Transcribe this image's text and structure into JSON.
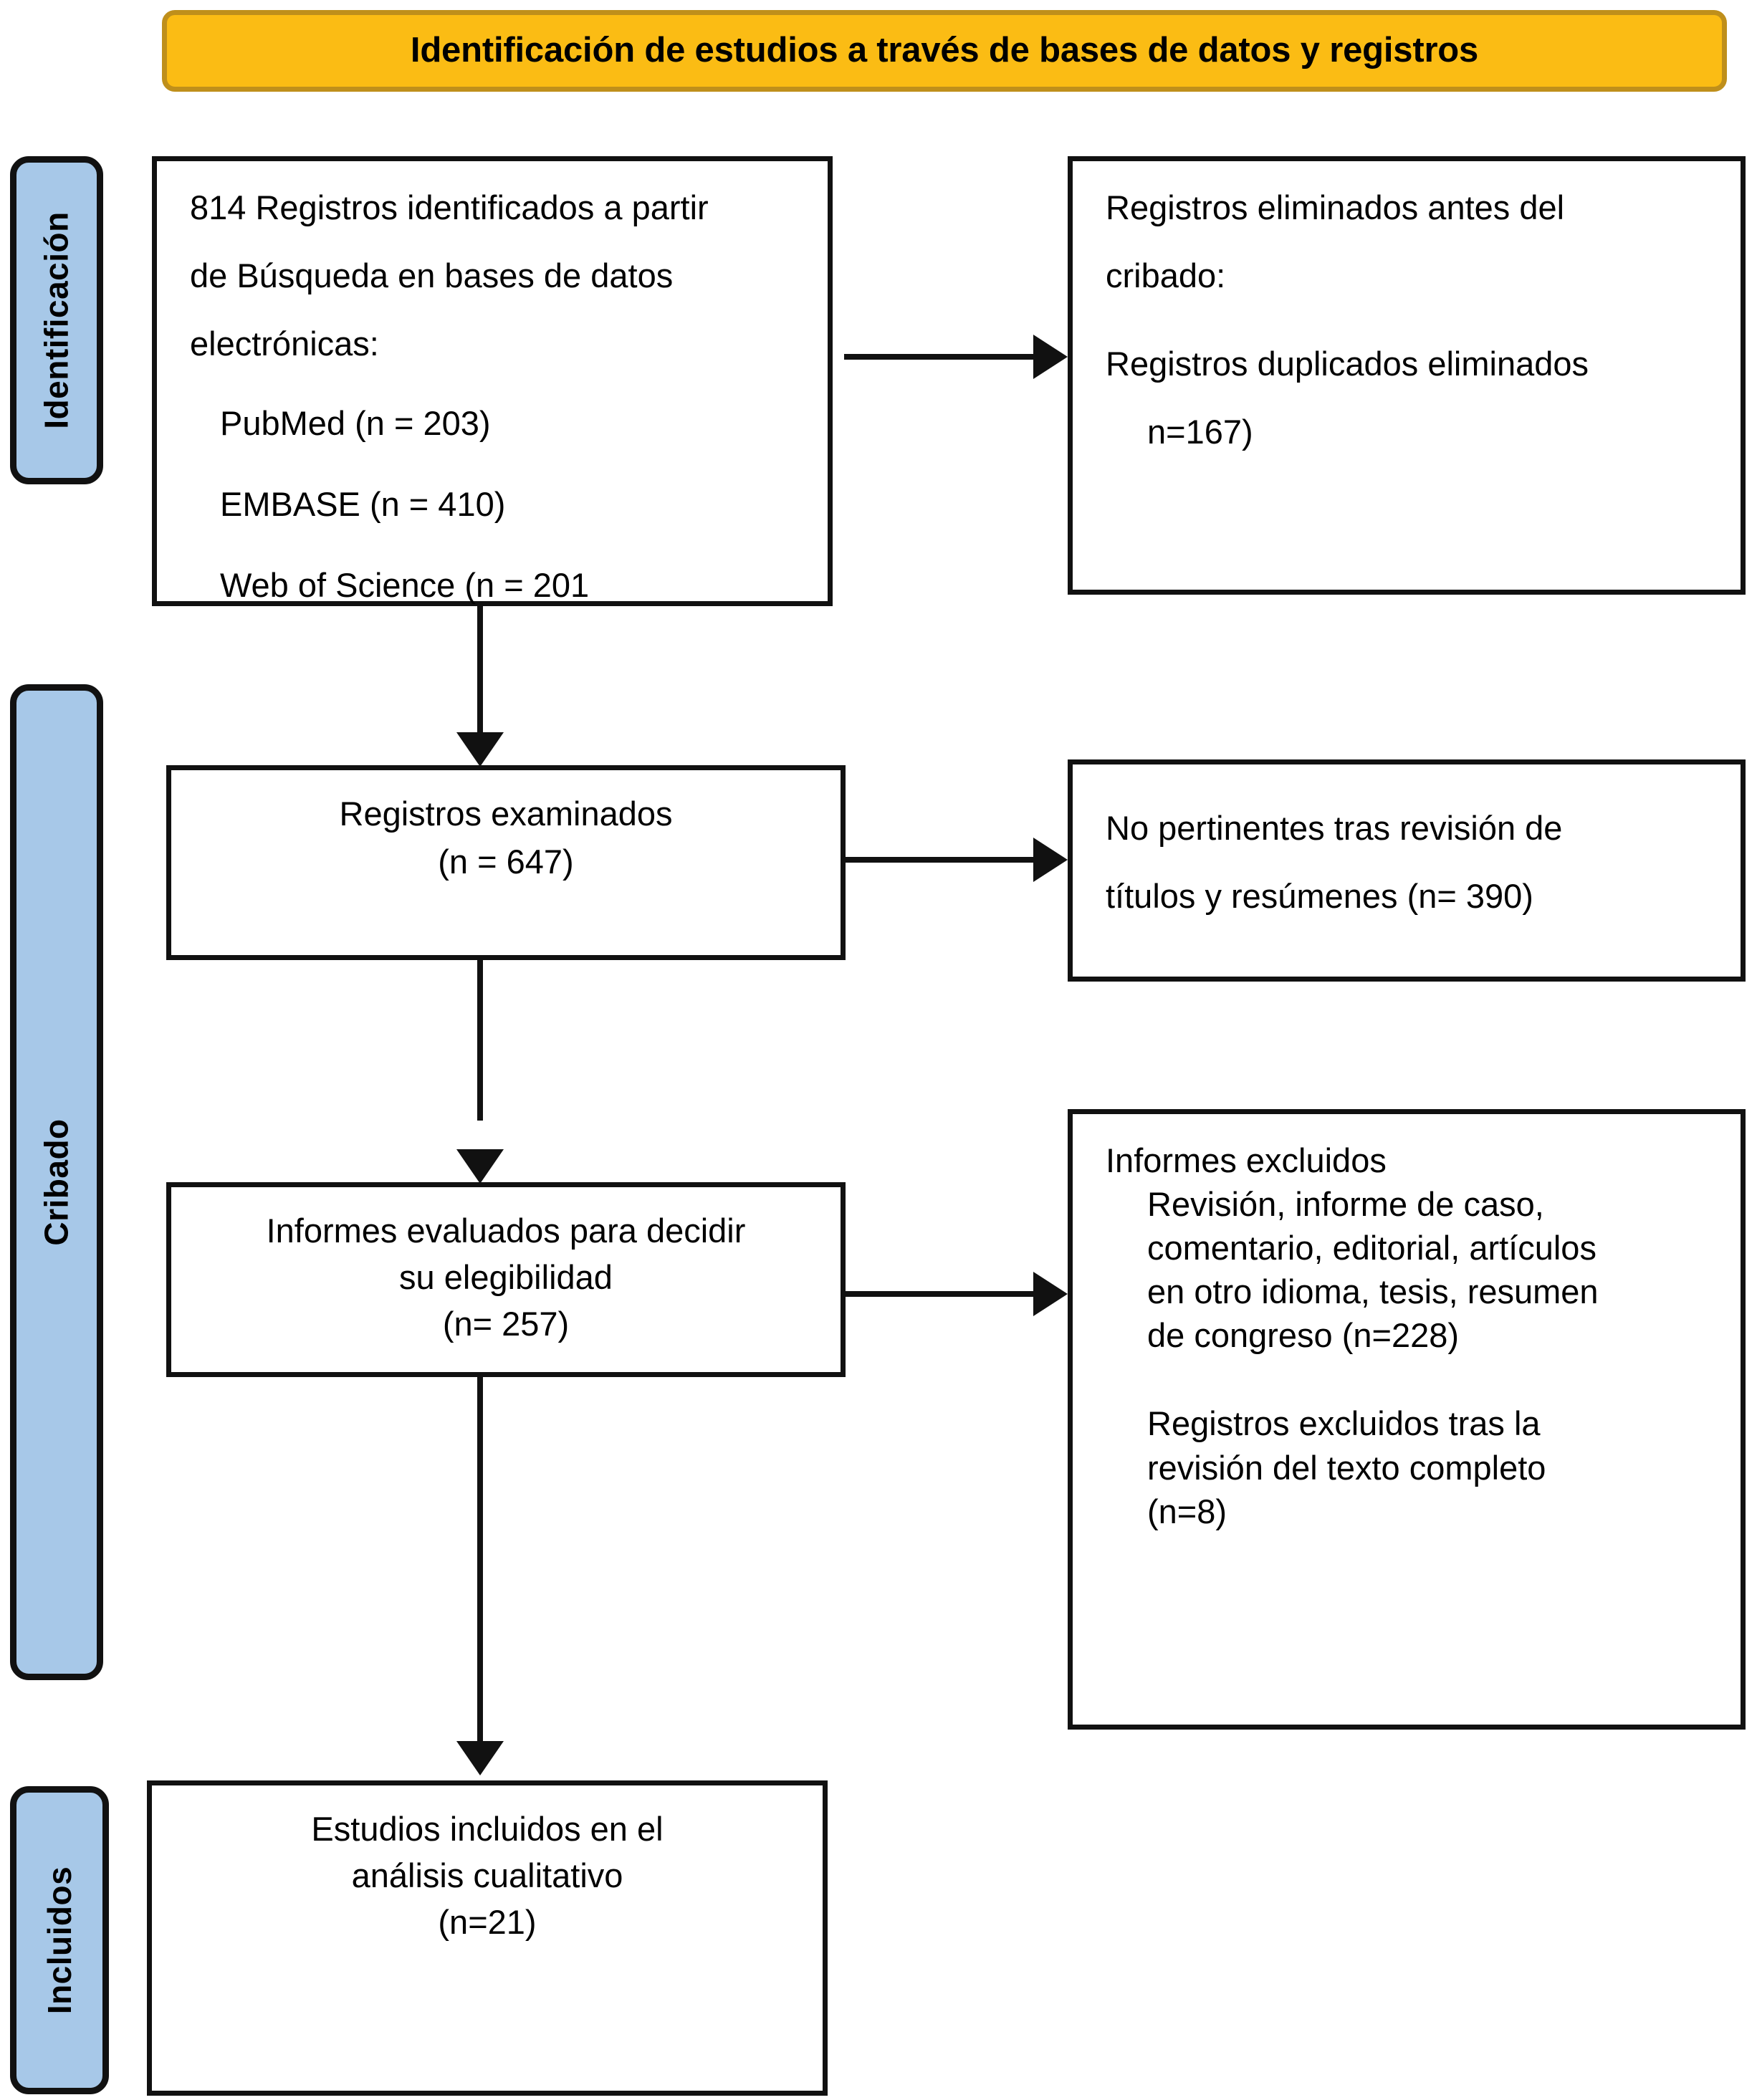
{
  "title": {
    "text": "Identificación de estudios a través de bases de datos y registros",
    "fill_color": "#fbbc14",
    "border_color": "#bf8f1b"
  },
  "phases": [
    {
      "id": "identificacion",
      "label": "Identificación"
    },
    {
      "id": "cribado",
      "label": "Cribado"
    },
    {
      "id": "incluidos",
      "label": "Incluidos"
    }
  ],
  "phase_color": "#a7c8e8",
  "boxes": {
    "identified": {
      "line1": "814 Registros identificados a partir",
      "line2": "de Búsqueda en bases de datos",
      "line3": "electrónicas:",
      "source1": "PubMed (n = 203)",
      "source2": "EMBASE (n = 410)",
      "source3": "Web of Science (n = 201"
    },
    "removed_before": {
      "line1": "Registros eliminados antes del",
      "line2": "cribado:",
      "line3": "Registros duplicados eliminados",
      "line4": "n=167)"
    },
    "screened": {
      "line1": "Registros examinados",
      "line2": "(n = 647)"
    },
    "not_relevant": {
      "line1": "No pertinentes tras revisión de",
      "line2": "títulos y resúmenes (n= 390)"
    },
    "eligibility": {
      "line1": "Informes evaluados para decidir",
      "line2": "su elegibilidad",
      "line3": "(n= 257)"
    },
    "excluded_reports": {
      "heading": "Informes excluidos",
      "reason_line1": "Revisión, informe de caso,",
      "reason_line2": "comentario, editorial, artículos",
      "reason_line3": "en otro idioma, tesis, resumen",
      "reason_line4": "de congreso (n=228)",
      "second_line1": "Registros excluidos tras la",
      "second_line2": "revisión del texto completo",
      "second_line3": "(n=8)"
    },
    "included": {
      "line1": "Estudios incluidos en el",
      "line2": "análisis cualitativo",
      "line3": "(n=21)"
    }
  },
  "flow": {
    "type": "prisma-flow-diagram",
    "nodes": [
      {
        "id": "identified",
        "stage": "Identificación",
        "n_total": 814,
        "sources": {
          "PubMed": 203,
          "EMBASE": 410,
          "Web of Science": 201
        }
      },
      {
        "id": "removed_before",
        "stage": "Identificación",
        "duplicates_removed": 167
      },
      {
        "id": "screened",
        "stage": "Cribado",
        "n": 647
      },
      {
        "id": "not_relevant",
        "stage": "Cribado",
        "n": 390
      },
      {
        "id": "eligibility",
        "stage": "Cribado",
        "n": 257
      },
      {
        "id": "excluded_reports",
        "stage": "Cribado",
        "n_reports_excluded": 228,
        "n_fulltext_excluded": 8
      },
      {
        "id": "included",
        "stage": "Incluidos",
        "n": 21
      }
    ],
    "edges": [
      {
        "from": "identified",
        "to": "removed_before",
        "direction": "right"
      },
      {
        "from": "identified",
        "to": "screened",
        "direction": "down"
      },
      {
        "from": "screened",
        "to": "not_relevant",
        "direction": "right"
      },
      {
        "from": "screened",
        "to": "eligibility",
        "direction": "down"
      },
      {
        "from": "eligibility",
        "to": "excluded_reports",
        "direction": "right"
      },
      {
        "from": "eligibility",
        "to": "included",
        "direction": "down"
      }
    ]
  }
}
